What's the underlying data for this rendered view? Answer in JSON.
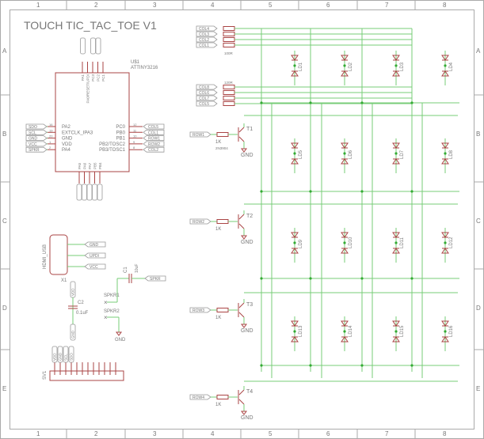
{
  "title": "TOUCH TIC_TAC_TOE V1",
  "frame": {
    "columns": [
      "1",
      "2",
      "3",
      "4",
      "5",
      "6",
      "7",
      "8"
    ],
    "rows": [
      "A",
      "B",
      "C",
      "D",
      "E"
    ]
  },
  "mcu": {
    "name": "U$1",
    "value": "ATTINY3216",
    "left_pins": [
      {
        "num": "16",
        "pin": "PA2",
        "net": "SDO"
      },
      {
        "num": "19",
        "pin": "EXTCLK_IPA3",
        "net": "SCL"
      },
      {
        "num": "20",
        "pin": "GND",
        "net": "GND"
      },
      {
        "num": "1",
        "pin": "VDD",
        "net": "VCC"
      },
      {
        "num": "2",
        "pin": "PA4",
        "net": "SPKR"
      }
    ],
    "right_pins": [
      {
        "num": "12",
        "pin": "PC0",
        "net": "COL5"
      },
      {
        "num": "11",
        "pin": "PB0",
        "net": "COL1"
      },
      {
        "num": "10",
        "pin": "PB1",
        "net": "ROW1"
      },
      {
        "num": "9",
        "pin": "PB2/TOSC2",
        "net": "ROW2"
      },
      {
        "num": "8",
        "pin": "PB3/TOSC1",
        "net": "COL2"
      }
    ],
    "top_pins": [
      "PA1",
      "PA0/RESET/UPDI",
      "PC3",
      "PC2",
      "PC1"
    ],
    "bottom_pins": [
      "PA5",
      "PA6",
      "PA7",
      "PB5",
      "PB4"
    ]
  },
  "resistor_groups": [
    {
      "value": "100R",
      "nets": [
        "COL4",
        "COL3",
        "COL2",
        "COL1"
      ]
    },
    {
      "value": "120R",
      "nets": [
        "COL8",
        "COL6",
        "COL7",
        "COL5"
      ]
    }
  ],
  "transistors": [
    {
      "name": "T1",
      "value": "2N3904",
      "row": "ROW1",
      "res": "1K",
      "gnd": "GND"
    },
    {
      "name": "T2",
      "value": "",
      "row": "ROW2",
      "res": "1K",
      "gnd": "GND"
    },
    {
      "name": "T3",
      "value": "",
      "row": "ROW3",
      "res": "1K",
      "gnd": "GND"
    },
    {
      "name": "T4",
      "value": "",
      "row": "ROW4",
      "res": "1K",
      "gnd": "GND"
    }
  ],
  "leds": [
    "LD1",
    "LD2",
    "LD3",
    "LD4",
    "LD5",
    "LD6",
    "LD7",
    "LD8",
    "LD9",
    "LD10",
    "LD11",
    "LD12",
    "LD13",
    "LD14",
    "LD15",
    "LD16"
  ],
  "usb": {
    "name": "HDMI_USB",
    "nets": [
      "GND",
      "UPDI",
      "VCC"
    ]
  },
  "c2": {
    "name": "C2",
    "value": "0.1uF",
    "ref": "X1",
    "top": "VDD",
    "bottom": "GND"
  },
  "c1": {
    "name": "C1",
    "value": "10uF",
    "net": "SPKR"
  },
  "speaker": {
    "p1": "SPKR1",
    "p2": "SPKR2",
    "gnd": "GND"
  },
  "header": {
    "name": "SV1",
    "nets": [
      "VDD",
      "GND",
      "SCL",
      "SDO"
    ]
  }
}
